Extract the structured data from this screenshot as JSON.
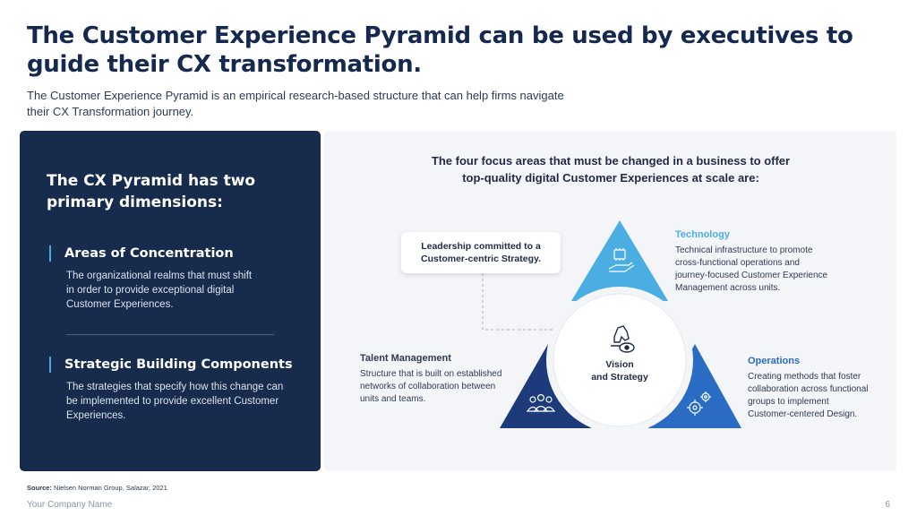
{
  "header": {
    "title": "The Customer Experience Pyramid can be used by executives to guide their CX transformation.",
    "subtitle_line1": "The Customer Experience Pyramid is an empirical research-based structure that can help firms navigate",
    "subtitle_line2": "their CX Transformation journey."
  },
  "left_panel": {
    "heading_line1": "The CX Pyramid has two",
    "heading_line2": "primary dimensions:",
    "items": [
      {
        "title": "Areas of Concentration",
        "desc_lines": [
          "The organizational realms that must shift",
          "in order to provide exceptional digital",
          "Customer Experiences."
        ]
      },
      {
        "title": "Strategic Building Components",
        "desc_lines": [
          "The strategies that specify how this change can",
          "be implemented to provide excellent Customer",
          "Experiences."
        ]
      }
    ]
  },
  "right_panel": {
    "heading_line1": "The four focus areas that must be changed in a business to offer",
    "heading_line2": "top-quality digital Customer Experiences at scale are:",
    "callout_line1": "Leadership committed to a",
    "callout_line2": "Customer-centric Strategy.",
    "center_line1": "Vision",
    "center_line2": "and Strategy",
    "technology": {
      "title": "Technology",
      "desc_lines": [
        "Technical infrastructure to promote",
        "cross-functional operations and",
        "journey-focused Customer Experience",
        "Management across units."
      ]
    },
    "talent": {
      "title": "Talent Management",
      "desc_lines": [
        "Structure that is built on established",
        "networks of collaboration between",
        "units and teams."
      ]
    },
    "operations": {
      "title": "Operations",
      "desc_lines": [
        "Creating methods that foster",
        "collaboration across functional",
        "groups to implement",
        "Customer-centered Design."
      ]
    },
    "colors": {
      "technology": "#4aaee3",
      "talent": "#1d3a7a",
      "operations": "#2a6cc4",
      "accent": "#4aa8e0"
    },
    "icons": {
      "technology": "chip-hand-icon",
      "talent": "people-icon",
      "operations": "gears-icon",
      "center": "chess-knight-eye-icon"
    }
  },
  "footer": {
    "source_label": "Source:",
    "source_text": "Nielsen Norman Group, Salazar, 2021",
    "company": "Your Company Name",
    "page": "6"
  }
}
